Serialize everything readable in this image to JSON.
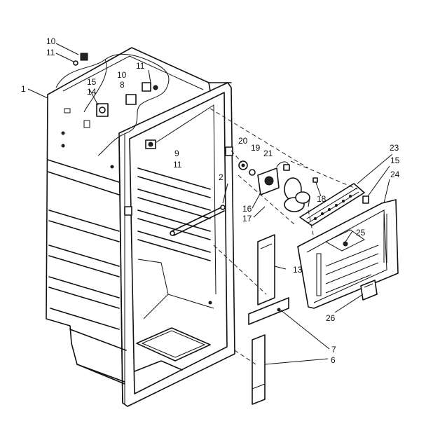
{
  "labels": [
    {
      "id": "10a",
      "text": "10"
    },
    {
      "id": "11a",
      "text": "11"
    },
    {
      "id": "1",
      "text": "1"
    },
    {
      "id": "15a",
      "text": "15"
    },
    {
      "id": "14",
      "text": "14"
    },
    {
      "id": "11b",
      "text": "11"
    },
    {
      "id": "10b",
      "text": "10"
    },
    {
      "id": "8",
      "text": "8"
    },
    {
      "id": "9",
      "text": "9"
    },
    {
      "id": "11c",
      "text": "11"
    },
    {
      "id": "2",
      "text": "2"
    },
    {
      "id": "20",
      "text": "20"
    },
    {
      "id": "19",
      "text": "19"
    },
    {
      "id": "21",
      "text": "21"
    },
    {
      "id": "18",
      "text": "18"
    },
    {
      "id": "16",
      "text": "16"
    },
    {
      "id": "17",
      "text": "17"
    },
    {
      "id": "23",
      "text": "23"
    },
    {
      "id": "15b",
      "text": "15"
    },
    {
      "id": "24",
      "text": "24"
    },
    {
      "id": "25",
      "text": "25"
    },
    {
      "id": "13",
      "text": "13"
    },
    {
      "id": "26",
      "text": "26"
    },
    {
      "id": "7",
      "text": "7"
    },
    {
      "id": "6",
      "text": "6"
    }
  ]
}
